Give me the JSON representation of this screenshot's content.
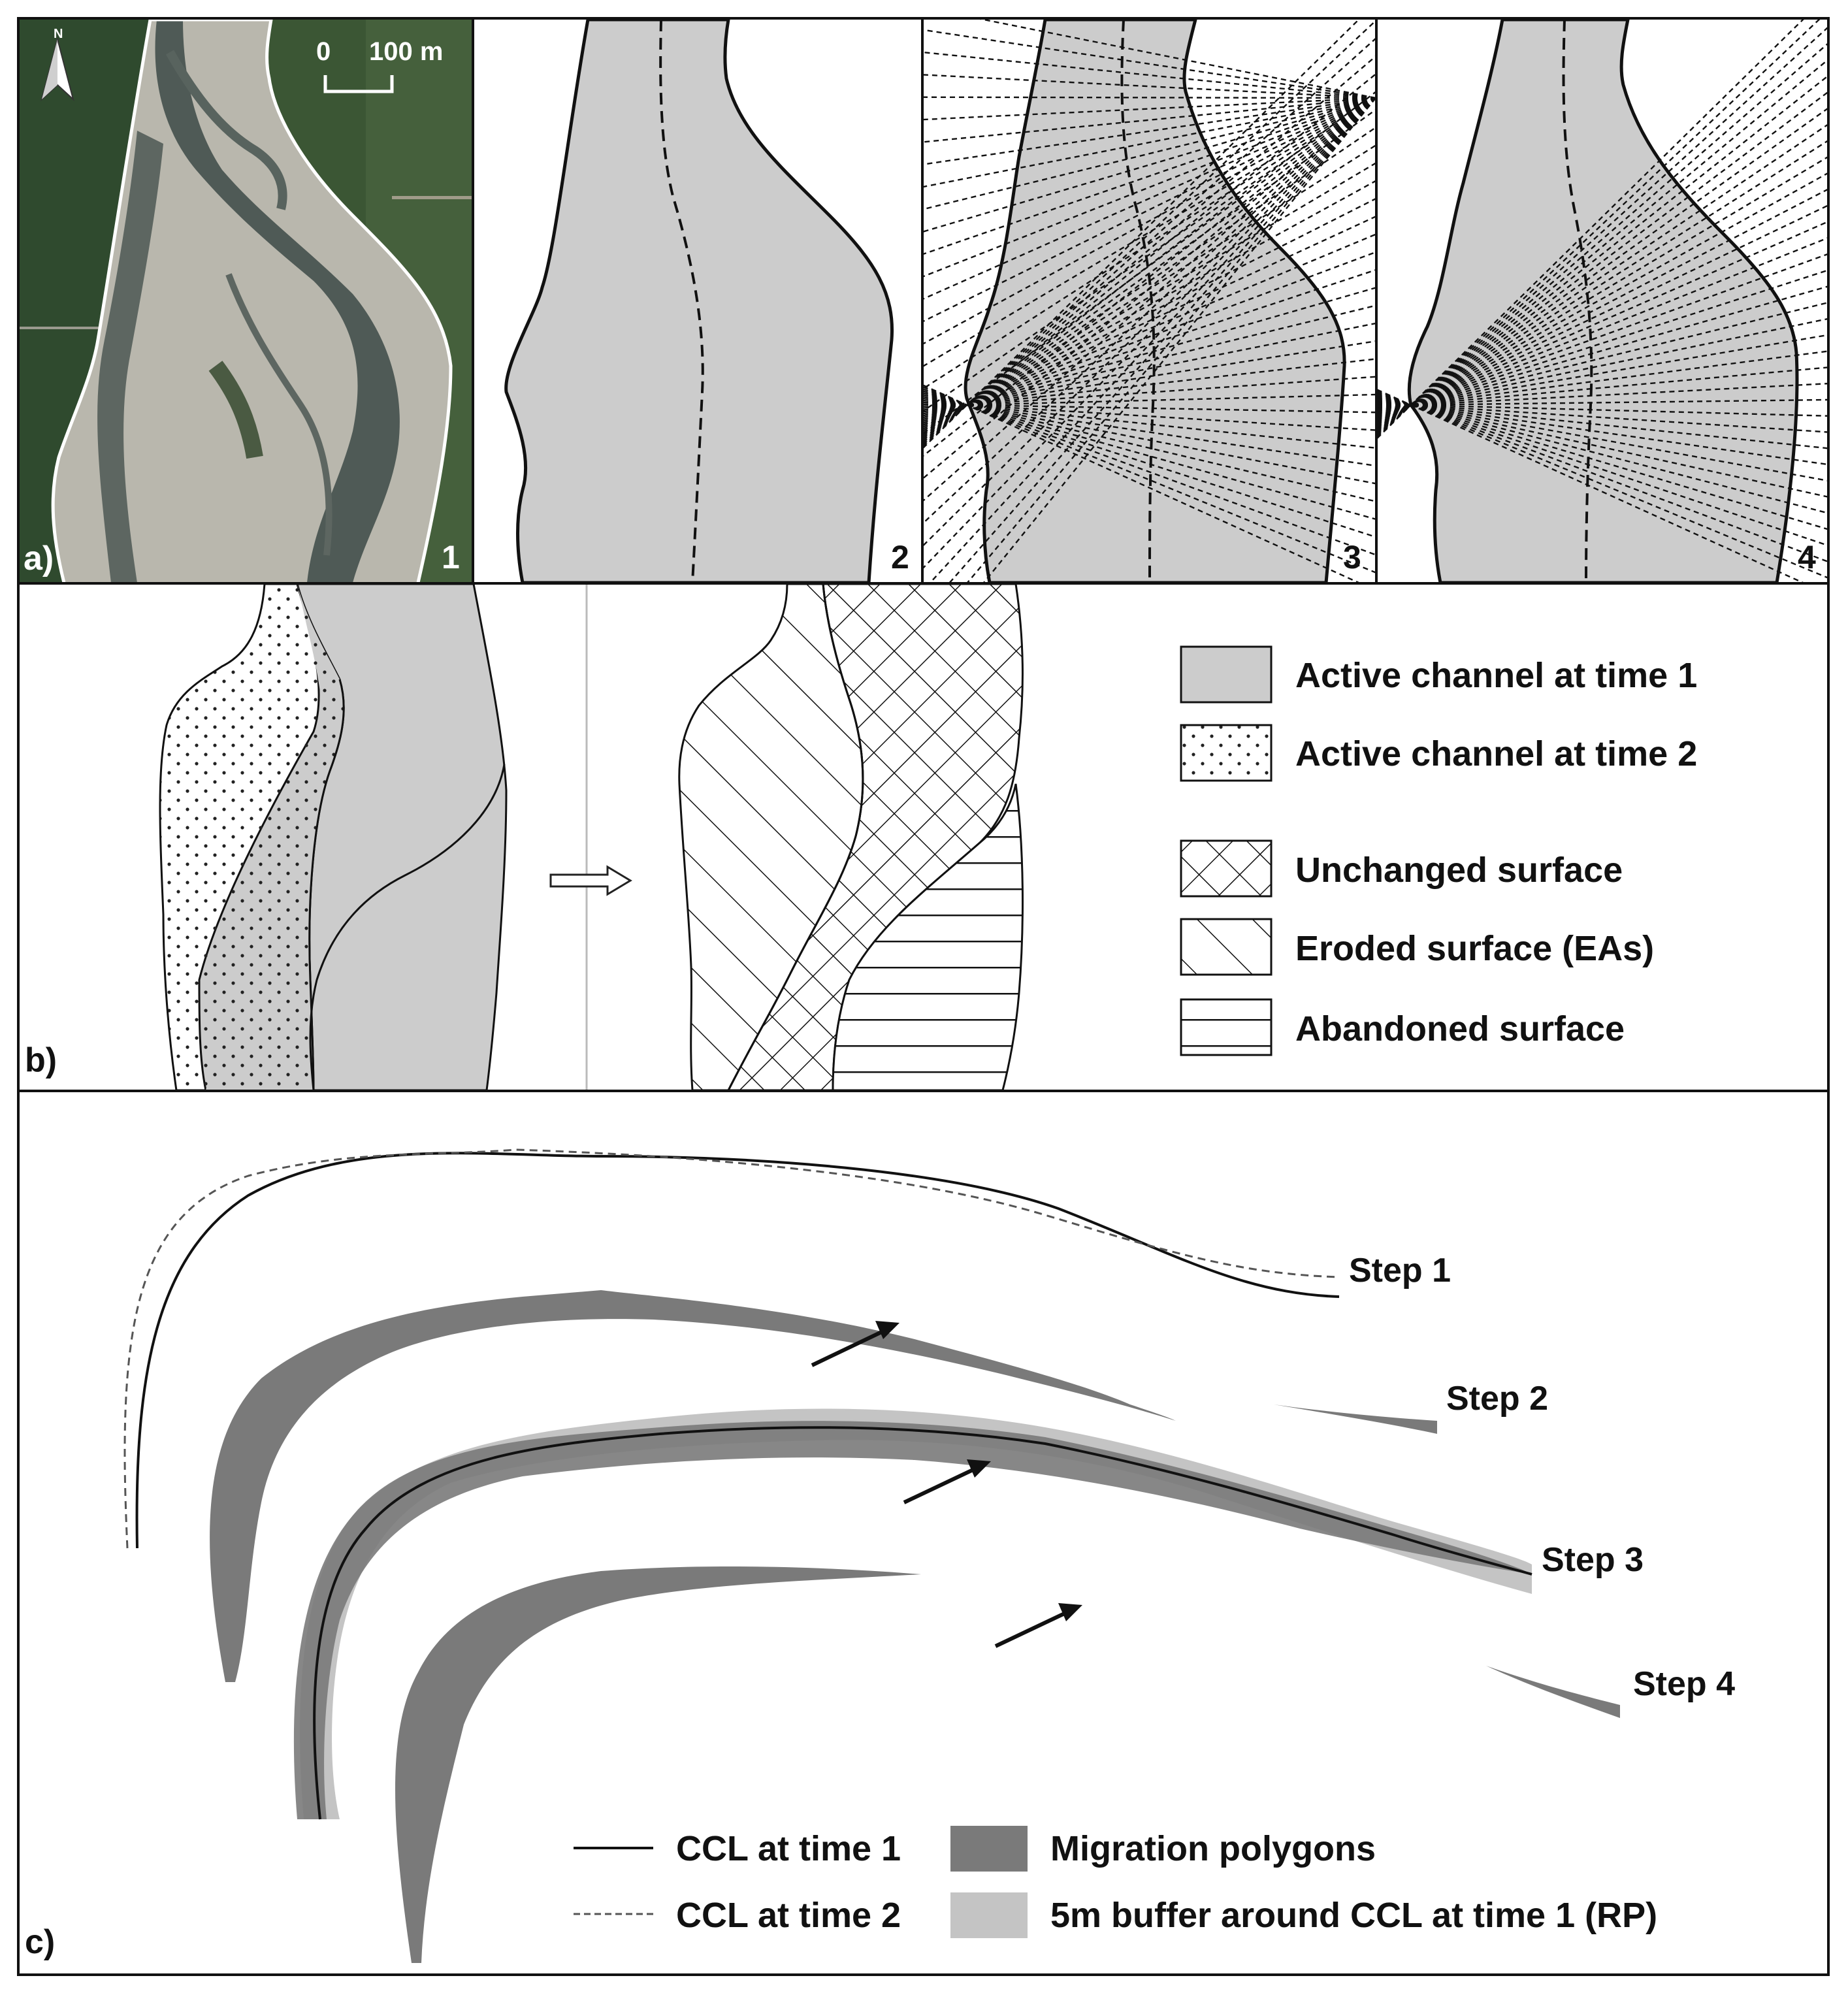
{
  "panel_a": {
    "letter": "a)",
    "subpanel_numbers": [
      "1",
      "2",
      "3",
      "4"
    ],
    "scale_bar": {
      "zero": "0",
      "length": "100 m"
    },
    "north_label": "N"
  },
  "panel_b": {
    "letter": "b)",
    "legend": [
      {
        "label": "Active channel at time 1",
        "fill": "gray"
      },
      {
        "label": "Active channel at time 2",
        "fill": "dots"
      },
      {
        "label": "Unchanged surface",
        "fill": "crosshatch"
      },
      {
        "label": "Eroded surface (EAs)",
        "fill": "diagonal"
      },
      {
        "label": "Abandoned surface",
        "fill": "horizontal"
      }
    ]
  },
  "panel_c": {
    "letter": "c)",
    "steps": [
      "Step 1",
      "Step 2",
      "Step 3",
      "Step 4"
    ],
    "legend": [
      {
        "label": "CCL at time 1",
        "symbol": "solid-line"
      },
      {
        "label": "CCL at time 2",
        "symbol": "dashed-line"
      },
      {
        "label": "Migration polygons",
        "symbol": "dark-gray-box"
      },
      {
        "label": "5m buffer around CCL at time 1 (RP)",
        "symbol": "light-gray-box"
      }
    ]
  },
  "colors": {
    "channel_gray": "#cccccc",
    "migration_gray": "#7a7a7a",
    "buffer_gray": "#c4c4c4",
    "outline": "#111111",
    "water_dark": "#4f5a56",
    "bar_light": "#b9b7ad",
    "vegetation": "#3b5634"
  }
}
